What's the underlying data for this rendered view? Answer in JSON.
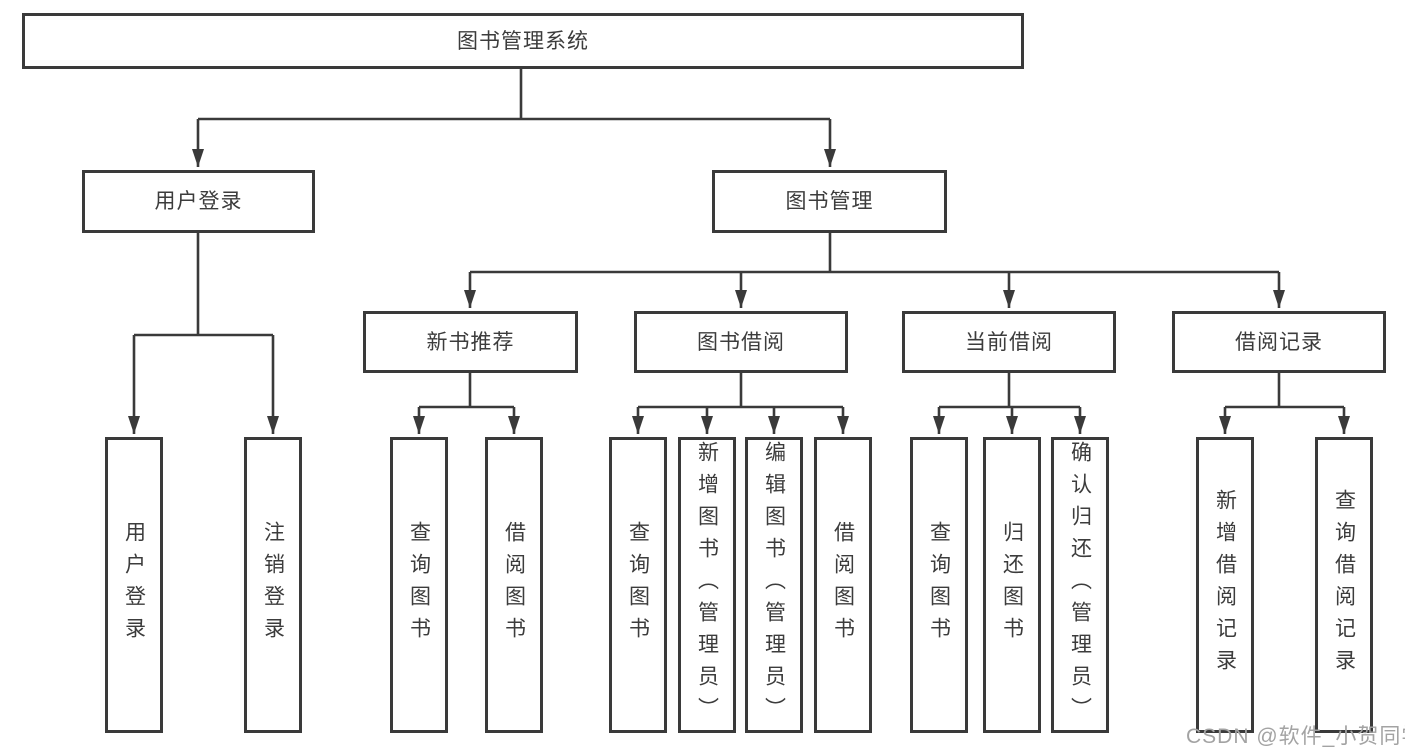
{
  "colors": {
    "line": "#3a3a3a",
    "border": "#3a3a3a",
    "text": "#3c3c3c",
    "background": "#ffffff",
    "watermark": "#a3a3a3"
  },
  "tree": {
    "root": {
      "label": "图书管理系统",
      "children": [
        {
          "label": "用户登录",
          "children": [
            {
              "label": "用户登录"
            },
            {
              "label": "注销登录"
            }
          ]
        },
        {
          "label": "图书管理",
          "children": [
            {
              "label": "新书推荐",
              "children": [
                {
                  "label": "查询图书"
                },
                {
                  "label": "借阅图书"
                }
              ]
            },
            {
              "label": "图书借阅",
              "children": [
                {
                  "label": "查询图书"
                },
                {
                  "label": "新增图书（管理员）"
                },
                {
                  "label": "编辑图书（管理员）"
                },
                {
                  "label": "借阅图书"
                }
              ]
            },
            {
              "label": "当前借阅",
              "children": [
                {
                  "label": "查询图书"
                },
                {
                  "label": "归还图书"
                },
                {
                  "label": "确认归还（管理员）"
                }
              ]
            },
            {
              "label": "借阅记录",
              "children": [
                {
                  "label": "新增借阅记录"
                },
                {
                  "label": "查询借阅记录"
                }
              ]
            }
          ]
        }
      ]
    }
  },
  "watermark": {
    "text": "CSDN @软件_小贺同学"
  }
}
